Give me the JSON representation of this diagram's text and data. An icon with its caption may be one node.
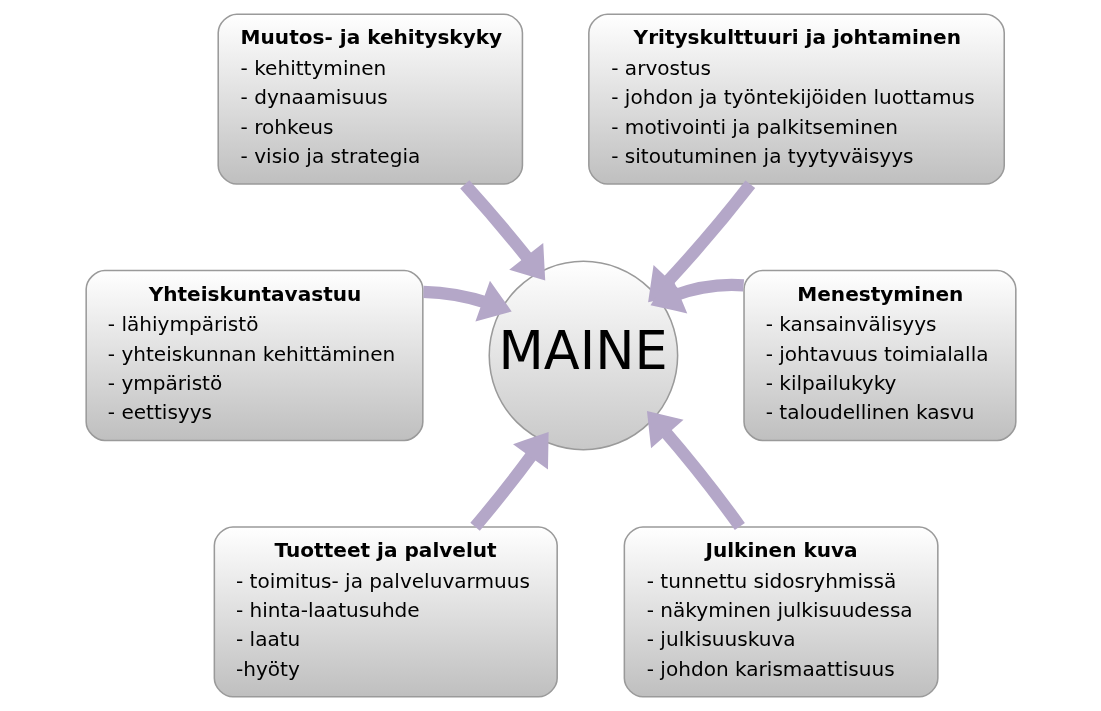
{
  "diagram": {
    "nodes": [
      {
        "text": [
          "MAINE"
        ]
      },
      {
        "text": [
          "Muutos- ja kehityskyky",
          "- kehittyminen",
          "- dynaamisuus",
          "- rohkeus",
          "- visio ja strategia"
        ]
      },
      {
        "text": [
          "Yrityskulttuuri ja johtaminen",
          "- arvostus",
          "- johdon ja työntekijöiden luottamus",
          "- motivointi ja palkitseminen",
          "- sitoutuminen ja tyytyväisyys"
        ]
      },
      {
        "text": [
          "Yhteiskuntavastuu",
          "- lähiympäristö",
          "- yhteiskunnan kehittäminen",
          "- ympäristö",
          "- eettisyys"
        ]
      },
      {
        "text": [
          "Menestyminen",
          "- kansainvälisyys",
          "- johtavuus toimialalla",
          "- kilpailukyky",
          "- taloudellinen kasvu"
        ]
      },
      {
        "text": [
          "Tuotteet ja palvelut",
          "- toimitus- ja palveluvarmuus",
          "- hinta-laatusuhde",
          "- laatu",
          "-hyöty"
        ]
      },
      {
        "text": [
          "Julkinen kuva",
          "- tunnettu sidosryhmissä",
          "- näkyminen julkisuudessa",
          "- julkisuuskuva",
          "- johdon karismaattisuus"
        ]
      }
    ],
    "edges": [
      {
        "from": 1,
        "to": 0,
        "arrow": "to"
      },
      {
        "from": 2,
        "to": 0,
        "arrow": "to"
      },
      {
        "from": 3,
        "to": 0,
        "arrow": "to"
      },
      {
        "from": 4,
        "to": 0,
        "arrow": "to"
      },
      {
        "from": 5,
        "to": 0,
        "arrow": "to"
      },
      {
        "from": 6,
        "to": 0,
        "arrow": "to"
      }
    ]
  }
}
